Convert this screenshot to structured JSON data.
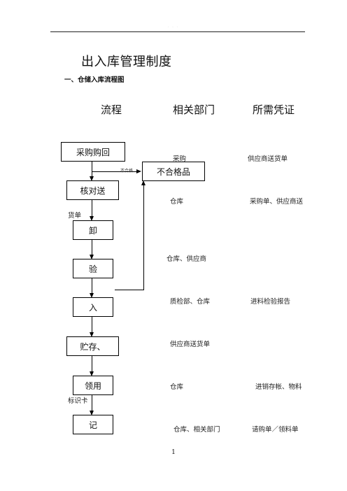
{
  "header": {
    "mark": "· · ·"
  },
  "title": "出入库管理制度",
  "section_heading": "一、仓储入库流程图",
  "columns": {
    "flow": "流程",
    "department": "相关部门",
    "document": "所需凭证"
  },
  "flow_steps": [
    {
      "label": "采购购回",
      "department": "采购",
      "document": "供应商送货单"
    },
    {
      "label": "核对送",
      "department": "仓库",
      "document": "采购单、供应商送"
    },
    {
      "label": "卸",
      "department": "",
      "document": ""
    },
    {
      "label": "验",
      "department": "仓库、供应商",
      "document": ""
    },
    {
      "label": "入",
      "department": "质检部、仓库",
      "document": "进料检验报告"
    },
    {
      "label": "贮存、",
      "department": "供应商送货单",
      "document": ""
    },
    {
      "label": "领用",
      "department": "仓库",
      "document": "进销存帐、物料"
    },
    {
      "label": "记",
      "department": "仓库、相关部门",
      "document": "请购单／领料单"
    }
  ],
  "reject_box": "不合格品",
  "reject_arrow_label": "不合格",
  "side_notes": {
    "waybill": "货单",
    "id_card": "标识卡"
  },
  "page_number": "1"
}
